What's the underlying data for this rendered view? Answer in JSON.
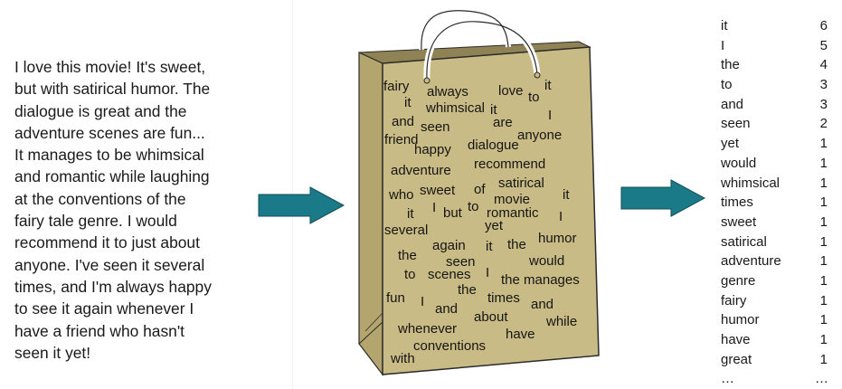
{
  "review": {
    "lines": [
      "I love this movie! It's sweet,",
      "but with satirical humor. The",
      "dialogue is great and the",
      "adventure scenes are fun...",
      "It manages to be whimsical",
      "and romantic while laughing",
      "at the conventions of the",
      "fairy tale genre. I would",
      "recommend it to just about",
      "anyone. I've seen it several",
      "times, and I'm always happy",
      "to see it again whenever I",
      "have a friend who hasn't",
      "seen it yet!"
    ]
  },
  "bag": {
    "words": [
      "fairy",
      "always",
      "love",
      "to",
      "it",
      "it",
      "whimsical",
      "it",
      "I",
      "and",
      "seen",
      "are",
      "anyone",
      "friend",
      "happy",
      "dialogue",
      "adventure",
      "recommend",
      "satirical",
      "who",
      "sweet",
      "of",
      "it",
      "movie",
      "to",
      "romantic",
      "I",
      "it",
      "I",
      "but",
      "several",
      "yet",
      "again",
      "it",
      "the",
      "humor",
      "the",
      "seen",
      "would",
      "to",
      "scenes",
      "I",
      "the manages",
      "the",
      "times",
      "and",
      "fun",
      "I",
      "and",
      "about",
      "while",
      "whenever",
      "have",
      "conventions",
      "with"
    ]
  },
  "counts": {
    "rows": [
      {
        "word": "it",
        "count": "6"
      },
      {
        "word": "I",
        "count": "5"
      },
      {
        "word": "the",
        "count": "4"
      },
      {
        "word": "to",
        "count": "3"
      },
      {
        "word": "and",
        "count": "3"
      },
      {
        "word": "seen",
        "count": "2"
      },
      {
        "word": "yet",
        "count": "1"
      },
      {
        "word": "would",
        "count": "1"
      },
      {
        "word": "whimsical",
        "count": "1"
      },
      {
        "word": "times",
        "count": "1"
      },
      {
        "word": "sweet",
        "count": "1"
      },
      {
        "word": "satirical",
        "count": "1"
      },
      {
        "word": "adventure",
        "count": "1"
      },
      {
        "word": "genre",
        "count": "1"
      },
      {
        "word": "fairy",
        "count": "1"
      },
      {
        "word": "humor",
        "count": "1"
      },
      {
        "word": "have",
        "count": "1"
      },
      {
        "word": "great",
        "count": "1"
      },
      {
        "word": "…",
        "count": "…"
      }
    ]
  },
  "colors": {
    "arrow": "#1a7a88",
    "arrow_edge": "#114f58",
    "bag_front": "#c9bb85",
    "bag_side": "#b4a56e",
    "bag_inner": "#8f8254",
    "bag_outline": "#2b2b2b",
    "handle": "#ffffff"
  }
}
